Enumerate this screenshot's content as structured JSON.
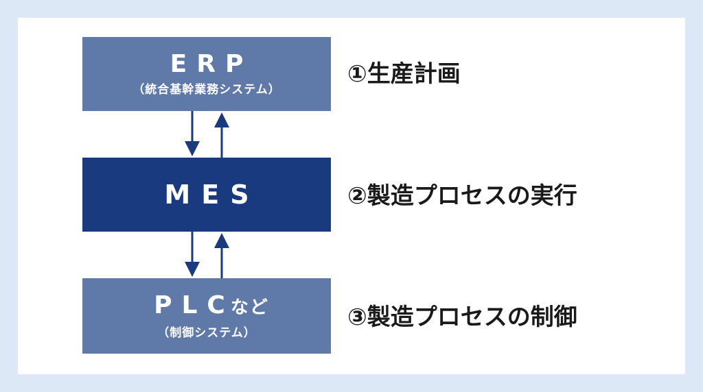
{
  "boxes": {
    "erp": {
      "title": "ERP",
      "subtitle": "（統合基幹業務システム）"
    },
    "mes": {
      "title": "MES"
    },
    "plc": {
      "title": "PLC",
      "title_suffix": "など",
      "subtitle": "（制御システム）"
    }
  },
  "labels": {
    "level1": "①生産計画",
    "level2": "②製造プロセスの実行",
    "level3": "③製造プロセスの制御"
  },
  "colors": {
    "background": "#dce8f5",
    "panel": "#ffffff",
    "box_light": "#5f7aa9",
    "box_dark": "#1a3a80",
    "arrow": "#1a3a80",
    "label_text": "#1a1a1a"
  },
  "icons": [
    "arrow-down-icon",
    "arrow-up-icon"
  ]
}
